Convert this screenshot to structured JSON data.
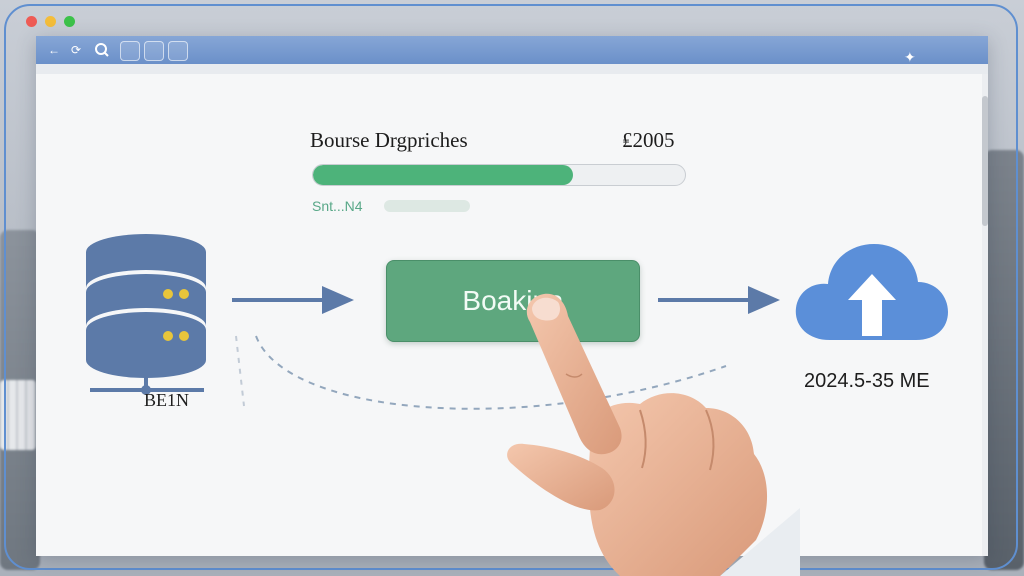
{
  "window": {
    "traffic_lights": [
      "#ee5b55",
      "#f4bd3a",
      "#3cc24a"
    ]
  },
  "browser": {
    "back_icon": "arrow-left-icon",
    "refresh_icon": "refresh-icon",
    "search_icon": "search-icon",
    "menu_icon": "menu-icon",
    "bar_color": "#7597cd"
  },
  "progress": {
    "title": "Bourse Drgpriches",
    "amount": "₤2005",
    "percent": 70,
    "status": "Snt...Ν4",
    "fill_color": "#4db37a"
  },
  "flow": {
    "source_label": "BE1Ν",
    "source_icon": "database-server-icon",
    "action_label": "Boakina",
    "action_color": "#5ea77e",
    "target_icon": "cloud-upload-icon",
    "target_label": "2024.5-35 ME",
    "target_color": "#5b8fd9"
  }
}
